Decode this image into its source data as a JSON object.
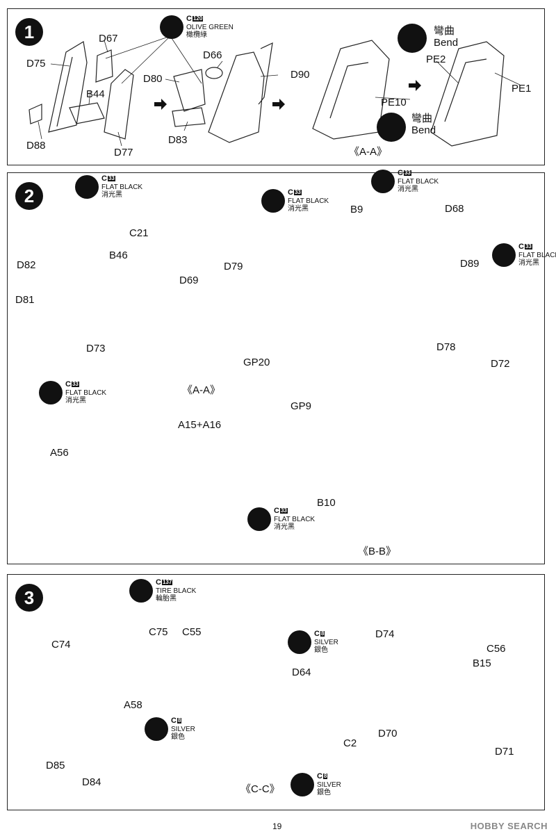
{
  "steps": [
    {
      "number": "1",
      "parts": [
        "D75",
        "D67",
        "D66",
        "D80",
        "D90",
        "B44",
        "D88",
        "D77",
        "D83",
        "PE10",
        "PE2",
        "PE1"
      ],
      "paint": {
        "code": "C",
        "num": "120",
        "name": "OLIVE GREEN",
        "cn": "橄欖綠"
      },
      "bend": {
        "cn": "彎曲",
        "en": "Bend"
      },
      "view": "《A-A》"
    },
    {
      "number": "2",
      "parts": [
        "C21",
        "B46",
        "D82",
        "D81",
        "D73",
        "D69",
        "D79",
        "B9",
        "D68",
        "D89",
        "D78",
        "D72",
        "GP20",
        "GP9",
        "A15+A16",
        "A56",
        "B10"
      ],
      "paint": {
        "code": "C",
        "num": "33",
        "name": "FLAT BLACK",
        "cn": "消光黑"
      },
      "view_ref": "《A-A》",
      "view": "《B-B》"
    },
    {
      "number": "3",
      "parts": [
        "C74",
        "C75",
        "C55",
        "D74",
        "C56",
        "B15",
        "D64",
        "A58",
        "C2",
        "D70",
        "D71",
        "D85",
        "D84"
      ],
      "paint_tire": {
        "code": "C",
        "num": "137",
        "name": "TIRE BLACK",
        "cn": "輪胎黑"
      },
      "paint_silver": {
        "code": "C",
        "num": "8",
        "name": "SILVER",
        "cn": "銀色"
      },
      "view": "《C-C》"
    }
  ],
  "footer": {
    "page": "19",
    "watermark": "HOBBY SEARCH"
  },
  "icons": [
    "paint-brush-icon",
    "bend-icon",
    "arrow-right-icon"
  ]
}
